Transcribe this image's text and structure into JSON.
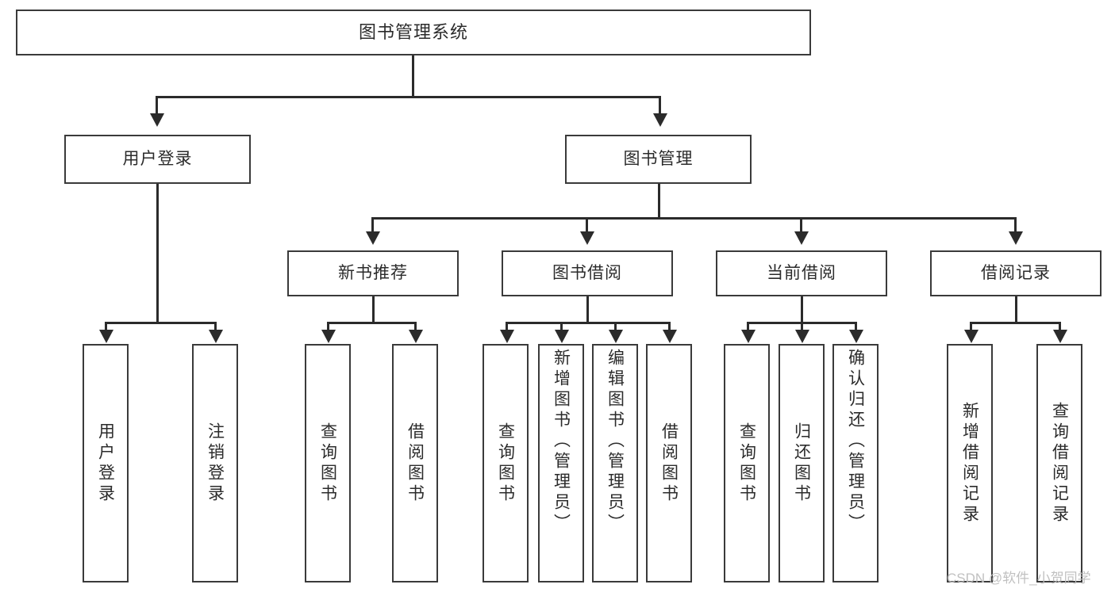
{
  "diagram": {
    "title": "图书管理系统",
    "type": "tree-hierarchy-chart",
    "root": {
      "label": "图书管理系统"
    },
    "level2": [
      {
        "label": "用户登录"
      },
      {
        "label": "图书管理"
      }
    ],
    "level3": [
      {
        "label": "新书推荐"
      },
      {
        "label": "图书借阅"
      },
      {
        "label": "当前借阅"
      },
      {
        "label": "借阅记录"
      }
    ],
    "leaves": {
      "user_login": [
        {
          "label": "用户登录"
        },
        {
          "label": "注销登录"
        }
      ],
      "new_book_recommend": [
        {
          "label": "查询图书"
        },
        {
          "label": "借阅图书"
        }
      ],
      "book_borrow": [
        {
          "label": "查询图书"
        },
        {
          "label": "新增图书（管理员）"
        },
        {
          "label": "编辑图书（管理员）"
        },
        {
          "label": "借阅图书"
        }
      ],
      "current_borrow": [
        {
          "label": "查询图书"
        },
        {
          "label": "归还图书"
        },
        {
          "label": "确认归还（管理员）"
        }
      ],
      "borrow_record": [
        {
          "label": "新增借阅记录"
        },
        {
          "label": "查询借阅记录"
        }
      ]
    }
  },
  "watermark": {
    "text": "CSDN @软件_小贺同学"
  },
  "colors": {
    "box_border": "#3a3a3a",
    "connector": "#2b2b2b",
    "text": "#2b2b2b",
    "background": "#ffffff",
    "watermark": "#bdbdbd"
  }
}
